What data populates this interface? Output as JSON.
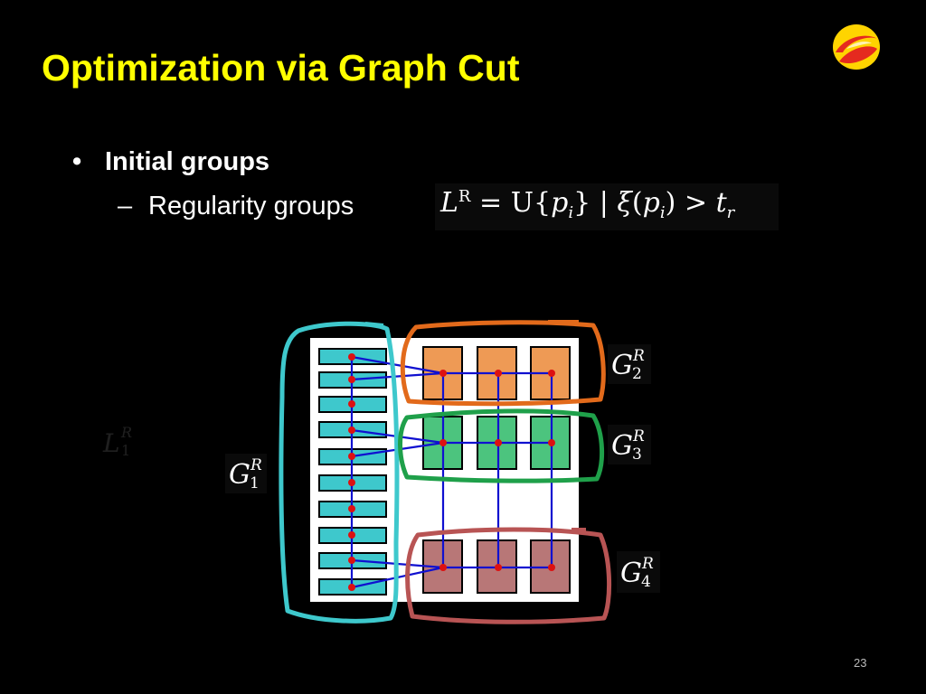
{
  "title": "Optimization via Graph Cut",
  "bullets": {
    "level1": "Initial groups",
    "level2": "Regularity groups"
  },
  "formula": {
    "lhs_symbol": "L",
    "lhs_superscript": "R",
    "equals": "=",
    "union": "U",
    "open_brace": "{",
    "element_symbol": "p",
    "element_subscript": "i",
    "close_brace": "}",
    "separator": "|",
    "func_symbol": "ξ",
    "open_paren": "(",
    "close_paren": ")",
    "comparator": ">",
    "threshold_symbol": "t",
    "threshold_subscript": "r"
  },
  "diagram": {
    "groups": [
      {
        "symbol": "G",
        "superscript": "R",
        "subscript": "1",
        "color": "#3EC8CC"
      },
      {
        "symbol": "G",
        "superscript": "R",
        "subscript": "2",
        "color": "#E26A1B"
      },
      {
        "symbol": "G",
        "superscript": "R",
        "subscript": "3",
        "color": "#1FA04A"
      },
      {
        "symbol": "G",
        "superscript": "R",
        "subscript": "4",
        "color": "#B85454"
      }
    ],
    "faint_label": {
      "symbol": "L",
      "superscript": "R",
      "subscript": "1"
    },
    "colors": {
      "left_cells": "#3EC8CC",
      "top_cells": "#EE9A55",
      "middle_cells": "#4CC47E",
      "bottom_cells": "#B87777",
      "edges": "#1010D0",
      "nodes": "#DD1111",
      "panel": "#FFFFFF"
    }
  },
  "page_number": "23",
  "logo": {
    "name": "swirl-logo-icon",
    "colors": [
      "#FFD400",
      "#E52A1F"
    ]
  }
}
